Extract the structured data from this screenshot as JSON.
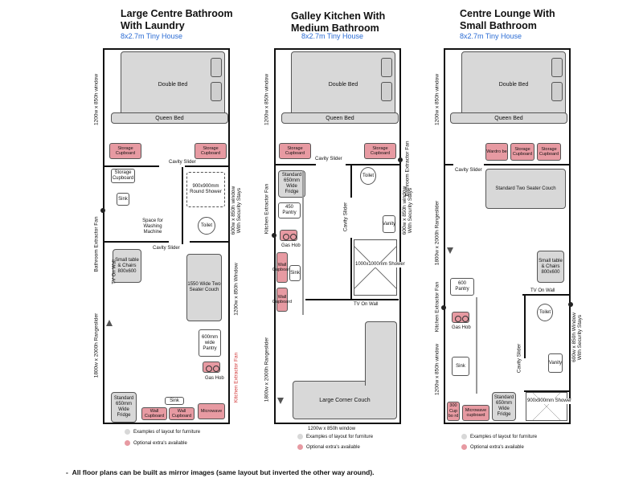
{
  "plans": [
    {
      "title_line1": "Large Centre Bathroom",
      "title_line2": "With Laundry",
      "subtitle": "8x2.7m Tiny House",
      "rooms": {
        "double_bed": "Double Bed",
        "queen_bed": "Queen Bed",
        "storage_left": "Storage Cupboard",
        "storage_right": "Storage Cupboard",
        "cavity_slider_top": "Cavity Slider",
        "storage_small": "Storage Cupboard",
        "sink": "Sink",
        "washing": "Space for Washing Machine",
        "shower": "900x900mm Round Shower",
        "toilet": "Toilet",
        "cavity_slider_bottom": "Cavity Slider",
        "table": "Small table & Chairs 800x600",
        "tv": "TV On Wall",
        "couch": "1550 Wide Two Seater Couch",
        "pantry": "600mm wide Pantry",
        "gas_hob": "Gas Hob",
        "fridge": "Standard 650mm Wide Fridge",
        "kitchen_sink": "Sink",
        "wall_cupboard_1": "Wall Cupboard",
        "wall_cupboard_2": "Wall Cupboard",
        "microwave": "Microwave",
        "kitchen_fan": "Kitchen Extractor Fan"
      },
      "side_labels": {
        "window_top": "1200w x 850h window",
        "bath_fan": "Bathroom Extractor Fan",
        "rangeslider": "1800w x 2000h Rangeslider",
        "window_security": "600w x 850h window With Security Stays",
        "window_lounge": "1200w x 850h Window"
      },
      "legend": {
        "grey": "Examples of layout for furniture",
        "pink": "Optional extra's available"
      }
    },
    {
      "title_line1": "Galley Kitchen With",
      "title_line2": "Medium Bathroom",
      "subtitle": "8x2.7m Tiny House",
      "rooms": {
        "double_bed": "Double Bed",
        "queen_bed": "Queen Bed",
        "storage_left": "Storage Cupboard",
        "storage_right": "Storage Cupboard",
        "cavity_slider": "Cavity Slider",
        "fridge": "Standard 650mm Wide Fridge",
        "pantry": "450 Pantry",
        "gas_hob": "Gas Hob",
        "wall_cupboard_1": "Wall Cupboard",
        "wall_cupboard_2": "Wall Cupboard",
        "sink": "Sink",
        "cavity_slider_2": "Cavity Slider",
        "toilet": "Toilet",
        "vanity": "Vanity",
        "shower": "1000x1000mm Shower",
        "tv": "TV On Wall",
        "couch": "Large Corner Couch"
      },
      "side_labels": {
        "window_top": "1200w x 850h window",
        "kitchen_fan": "Kitchen Extractor Fan",
        "bath_fan": "Bathroom Extractor Fan",
        "window_security": "600w x 850h window With Security Stays",
        "rangeslider": "1800w x 2000h Rangeslider",
        "window_bottom": "1200w x 850h window"
      },
      "legend": {
        "grey": "Examples of layout for furniture",
        "pink": "Optional extra's available"
      }
    },
    {
      "title_line1": "Centre Lounge With",
      "title_line2": "Small Bathroom",
      "subtitle": "8x2.7m Tiny House",
      "rooms": {
        "double_bed": "Double Bed",
        "queen_bed": "Queen Bed",
        "wardrobe": "Wardro be",
        "storage_1": "Storage Cupboard",
        "storage_2": "Storage Cupboard",
        "cavity_slider": "Cavity Slider",
        "couch": "Standard Two Seater Couch",
        "table": "Small table & Chairs 800x600",
        "tv": "TV On Wall",
        "pantry": "600 Pantry",
        "gas_hob": "Gas Hob",
        "toilet": "Toilet",
        "cavity_slider_2": "Cavity Slider",
        "sink": "Sink",
        "vanity": "Vanity",
        "shower": "900x900mm Shower",
        "cupboard_300": "300 Cup bo rd",
        "microwave_cupboard": "Microwave cupboard",
        "fridge": "Standard 650mm Wide Fridge"
      },
      "side_labels": {
        "window_top": "1200w x 850h window",
        "rangeslider": "1800w x 2000h Rangeslider",
        "kitchen_fan": "Kitchen Extractor Fan",
        "window_kitchen": "1200w x 850h window",
        "window_security": "600w x 850h Window With Security Stays"
      },
      "legend": {
        "grey": "Examples of layout for furniture",
        "pink": "Optional extra's available"
      }
    }
  ],
  "colors": {
    "grey_furniture": "#d8d8d8",
    "optional_pink": "#e79aa2",
    "subtitle_blue": "#2b6cd4"
  },
  "footnote": "All floor plans can be built as mirror images (same layout but inverted the other way around)."
}
